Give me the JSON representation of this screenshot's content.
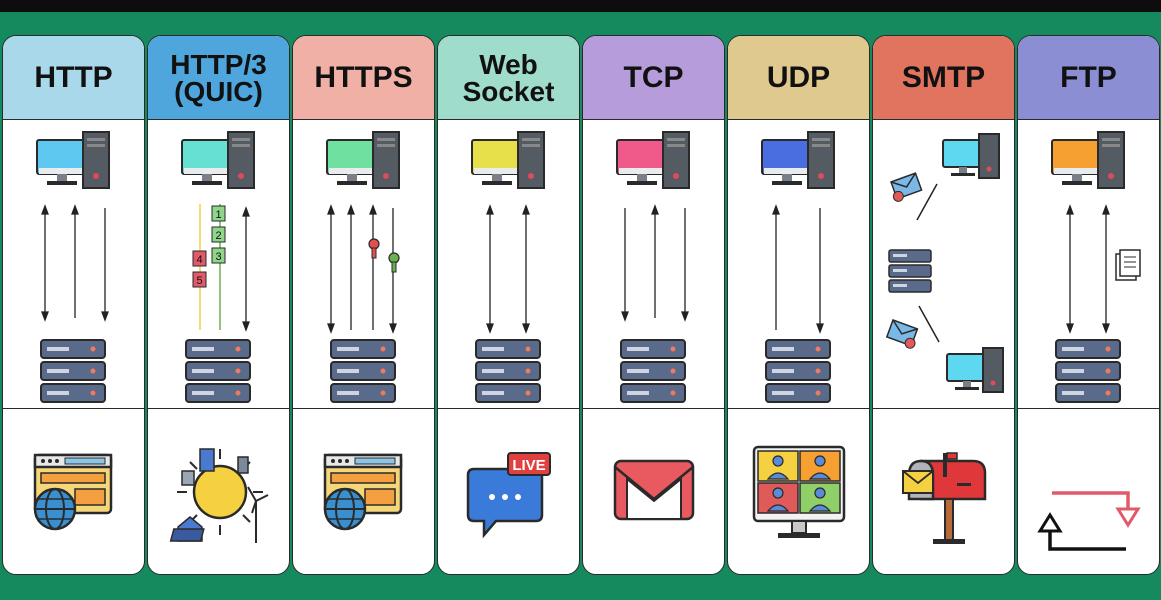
{
  "columns": [
    {
      "title": "HTTP",
      "color": "#a8d8ea",
      "icon": "browser-globe-icon"
    },
    {
      "title": "HTTP/3\n(QUIC)",
      "color": "#4ea6dc",
      "icon": "smart-city-sun-icon"
    },
    {
      "title": "HTTPS",
      "color": "#f0b0a6",
      "icon": "browser-globe-icon"
    },
    {
      "title": "Web\nSocket",
      "color": "#9fdccb",
      "icon": "live-chat-icon"
    },
    {
      "title": "TCP",
      "color": "#b69cdb",
      "icon": "gmail-icon"
    },
    {
      "title": "UDP",
      "color": "#dfc98e",
      "icon": "video-conference-icon"
    },
    {
      "title": "SMTP",
      "color": "#e0745e",
      "icon": "mailbox-icon"
    },
    {
      "title": "FTP",
      "color": "#8c8ed3",
      "icon": "transfer-arrows-icon"
    }
  ],
  "quic_packets": [
    "1",
    "2",
    "3",
    "4",
    "5"
  ],
  "live_badge": "LIVE",
  "colors": {
    "background": "#158a5e",
    "border": "#2a2a2a",
    "server": "#5a6a8a",
    "screen_http": "#5ec8f0",
    "screen_quic": "#66e0d0",
    "screen_https": "#6fe0a0",
    "screen_ws": "#e8e04a",
    "screen_tcp": "#f05a8a",
    "screen_udp": "#4a6ee0",
    "screen_smtp": "#5ed8f0",
    "screen_ftp": "#f5a030"
  }
}
